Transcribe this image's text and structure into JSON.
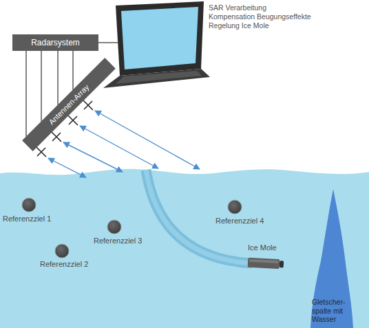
{
  "diagram": {
    "nodes": [
      {
        "text": [
          "Radarsystem"
        ]
      },
      {
        "text": [
          "Antennen-Array"
        ]
      },
      {
        "text": [
          "Gletscher- spalte mit Wasser"
        ]
      }
    ],
    "edges": [
      {
        "from": 0,
        "to": 1,
        "arrow": "none"
      },
      {
        "from": 0,
        "to": 1,
        "arrow": "none"
      },
      {
        "from": 0,
        "to": 1,
        "arrow": "none"
      },
      {
        "from": 0,
        "to": 1,
        "arrow": "none"
      }
    ],
    "labels": [
      "SAR Verarbeitung",
      "Kompensation Beugungseffekte",
      "Regelung Ice Mole",
      "Referenzziel 1",
      "Referenzziel 4",
      "Referenzziel 3",
      "Referenzziel 2",
      "Ice Mole"
    ]
  }
}
